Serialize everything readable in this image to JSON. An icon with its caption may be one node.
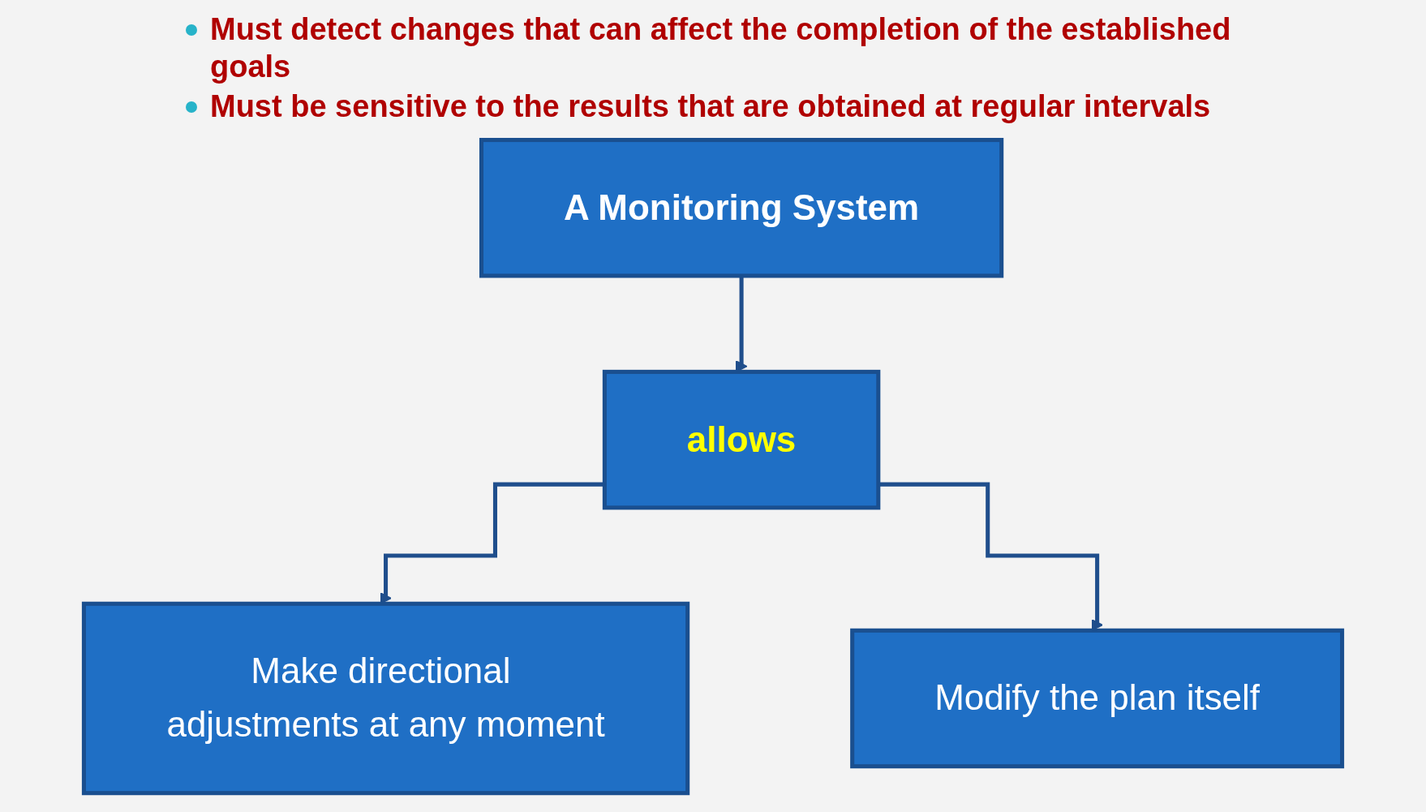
{
  "diagram": {
    "nodes": [
      {
        "text": [
          "A Monitoring System"
        ]
      },
      {
        "text": [
          "allows"
        ]
      },
      {
        "text": [
          "Make directional adjustments at any moment"
        ]
      },
      {
        "text": [
          "Modify the plan itself"
        ]
      }
    ],
    "edges": [
      {
        "from": 0,
        "to": 1,
        "arrow": "to"
      },
      {
        "from": 1,
        "to": 2,
        "arrow": "to"
      },
      {
        "from": 1,
        "to": 3,
        "arrow": "to"
      }
    ],
    "labels": [
      "Must detect changes that can affect the completion of the established goals",
      "Must be sensitive to the results that are obtained at regular intervals"
    ]
  }
}
